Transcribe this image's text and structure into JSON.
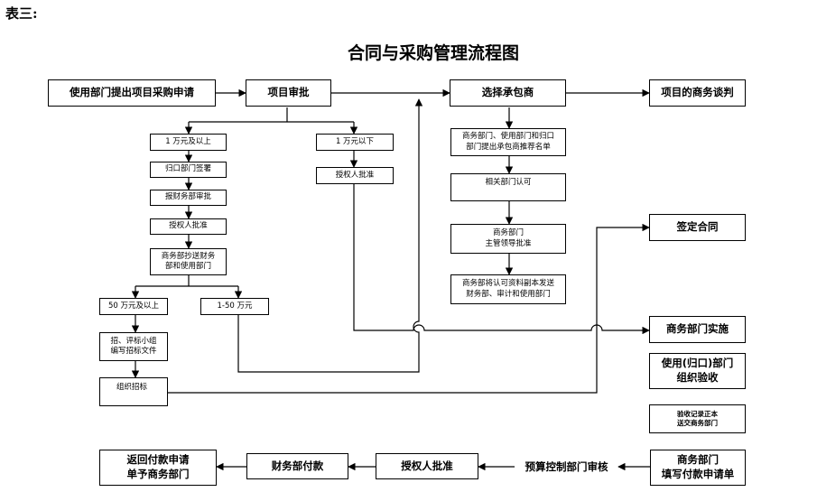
{
  "header": {
    "table_label": "表三:",
    "title": "合同与采购管理流程图"
  },
  "nodes": {
    "dept_apply": "使用部门提出项目采购申请",
    "project_approval": "项目审批",
    "select_contractor": "选择承包商",
    "business_negotiation": "项目的商务谈判",
    "over_10k": "1 万元及以上",
    "under_10k": "1 万元以下",
    "central_sign": "归口部门签署",
    "finance_approval": "报财务部审批",
    "authorized_approve_a": "授权人批准",
    "authorized_approve_b": "授权人批准",
    "copy_finance_user": "商务部抄送财务\n部和使用部门",
    "over_500k": "50 万元及以上",
    "range_1_50": "1-50 万元",
    "bid_group": "招、评标小组\n编写招标文件",
    "organize_bid": "组织招标",
    "recommend_list": "商务部门、使用部门和归口\n部门提出承包商推荐名单",
    "related_approval": "相关部门认可",
    "business_leader": "商务部门\n主管领导批准",
    "send_copies": "商务部将认可资料副本发送\n财务部、审计和使用部门",
    "sign_contract": "签定合同",
    "business_implement": "商务部门实施",
    "user_acceptance": "使用(归口)部门\n组织验收",
    "acceptance_record": "验收记录正本\n送交商务部门",
    "fill_payment": "商务部门\n填写付款申请单",
    "budget_review": "预算控制部门审核",
    "authorized_approve_c": "授权人批准",
    "finance_pay": "财务部付款",
    "return_payment": "返回付款申请\n单予商务部门"
  }
}
